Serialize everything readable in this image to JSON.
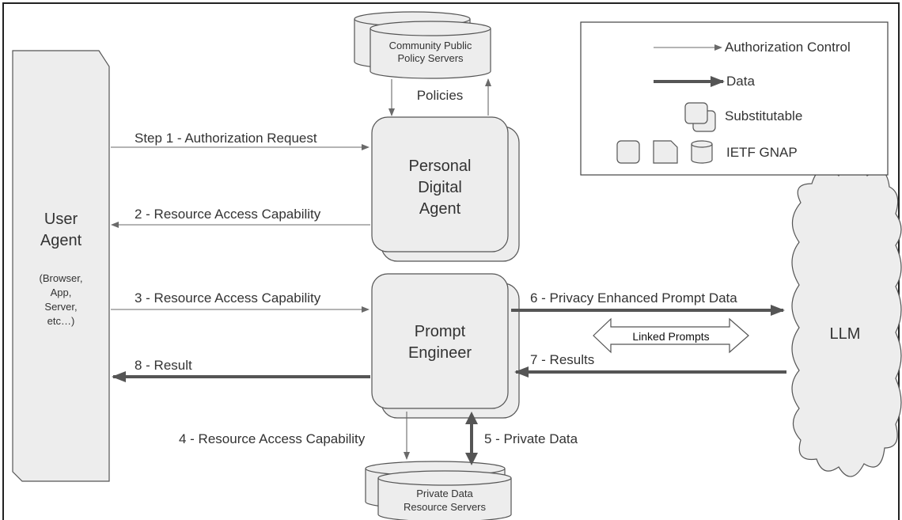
{
  "user_agent": {
    "title_line1": "User",
    "title_line2": "Agent",
    "note_line1": "(Browser,",
    "note_line2": "App,",
    "note_line3": "Server,",
    "note_line4": "etc…)"
  },
  "policy_servers": {
    "line1": "Community Public",
    "line2": "Policy Servers"
  },
  "policies_label": "Policies",
  "personal_digital_agent": {
    "line1": "Personal",
    "line2": "Digital",
    "line3": "Agent"
  },
  "prompt_engineer": {
    "line1": "Prompt",
    "line2": "Engineer"
  },
  "private_servers": {
    "line1": "Private Data",
    "line2": "Resource Servers"
  },
  "llm_label": "LLM",
  "linked_prompts_label": "Linked Prompts",
  "steps": {
    "step1": "Step 1 - Authorization Request",
    "step2": "2 - Resource Access Capability",
    "step3": "3 - Resource Access Capability",
    "step4": "4 - Resource Access Capability",
    "step5": "5 - Private Data",
    "step6": "6 - Privacy Enhanced Prompt Data",
    "step7": "7 - Results",
    "step8": "8 - Result"
  },
  "legend": {
    "authorization_control": "Authorization Control",
    "data": "Data",
    "substitutable": "Substitutable",
    "ietf_gnap": "IETF GNAP"
  },
  "colors": {
    "shape_fill": "#ededed",
    "stroke": "#555555",
    "text": "#333333"
  }
}
